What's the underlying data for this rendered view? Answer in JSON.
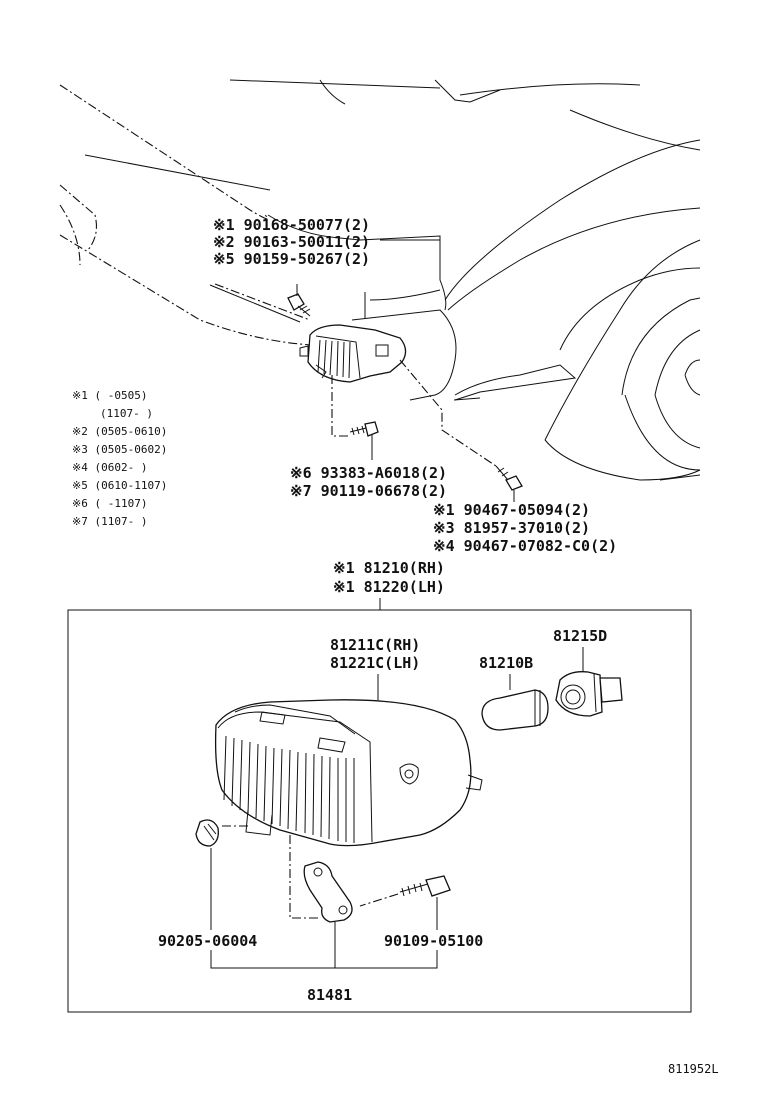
{
  "labels": {
    "top_group": [
      {
        "mark": "※1",
        "text": "90168-50077(2)"
      },
      {
        "mark": "※2",
        "text": "90163-50011(2)"
      },
      {
        "mark": "※5",
        "text": "90159-50267(2)"
      }
    ],
    "mid_group": [
      {
        "mark": "※6",
        "text": "93383-A6018(2)"
      },
      {
        "mark": "※7",
        "text": "90119-06678(2)"
      }
    ],
    "right_group": [
      {
        "mark": "※1",
        "text": "90467-05094(2)"
      },
      {
        "mark": "※3",
        "text": "81957-37010(2)"
      },
      {
        "mark": "※4",
        "text": "90467-07082-C0(2)"
      }
    ],
    "assembly": [
      {
        "mark": "※1",
        "text": "81210(RH)"
      },
      {
        "mark": "※1",
        "text": "81220(LH)"
      }
    ],
    "lens_rh": "81211C(RH)",
    "lens_lh": "81221C(LH)",
    "bulb": "81210B",
    "socket": "81215D",
    "clip": "90205-06004",
    "bolt": "90109-05100",
    "bracket": "81481",
    "diagram_id": "811952L"
  },
  "notes": [
    {
      "mark": "※1",
      "range": "(      -0505)"
    },
    {
      "mark": "",
      "range": "(1107-      )"
    },
    {
      "mark": "※2",
      "range": "(0505-0610)"
    },
    {
      "mark": "※3",
      "range": "(0505-0602)"
    },
    {
      "mark": "※4",
      "range": "(0602-      )"
    },
    {
      "mark": "※5",
      "range": "(0610-1107)"
    },
    {
      "mark": "※6",
      "range": "(      -1107)"
    },
    {
      "mark": "※7",
      "range": "(1107-      )"
    }
  ]
}
